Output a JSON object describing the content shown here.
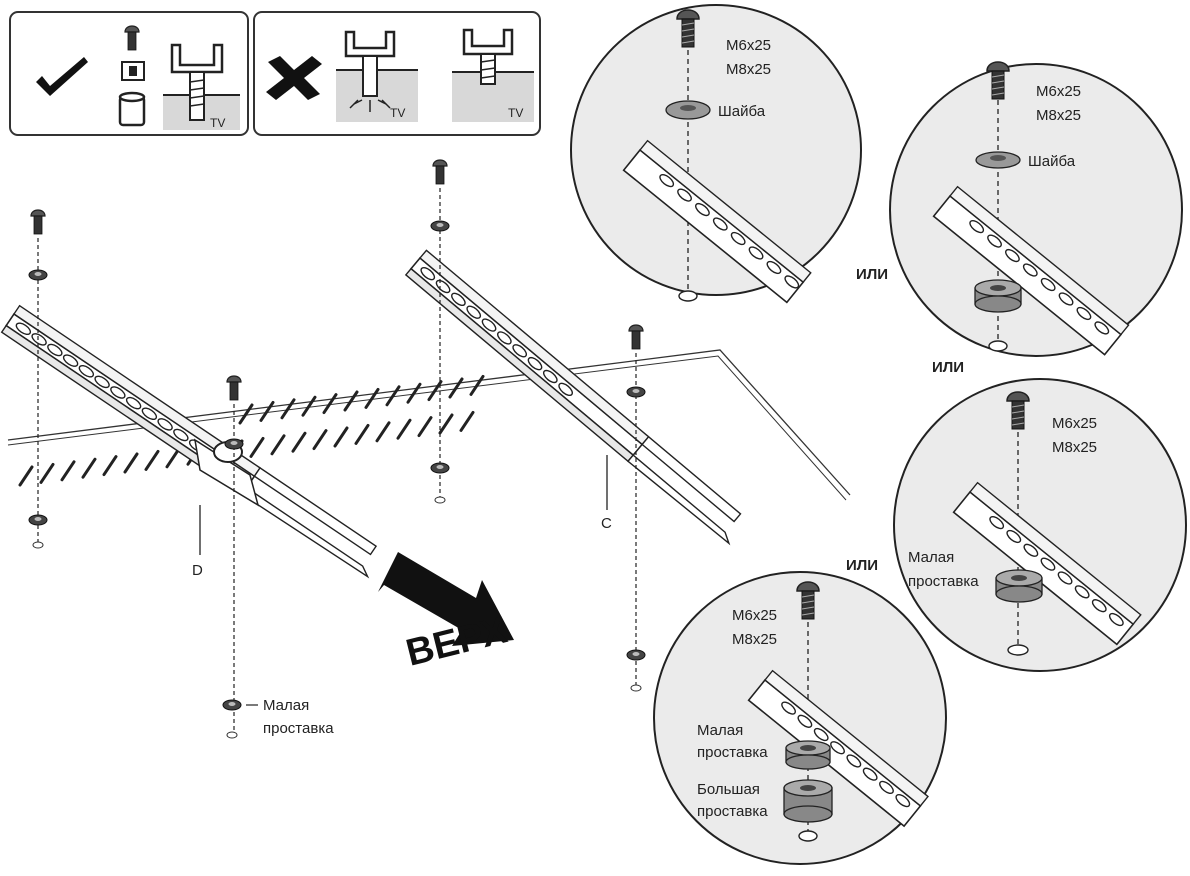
{
  "top_panel": {
    "correct_tv": "TV",
    "wrong_tv_1": "TV",
    "wrong_tv_2": "TV"
  },
  "main": {
    "label_d": "D",
    "label_c": "C",
    "top_word": "ВЕРХ",
    "small_spacer_line1": "Малая",
    "small_spacer_line2": "проставка"
  },
  "detail_1": {
    "screw_size_1": "M6x25",
    "screw_size_2": "M8x25",
    "washer": "Шайба"
  },
  "detail_2": {
    "screw_size_1": "M6x25",
    "screw_size_2": "M8x25",
    "washer": "Шайба"
  },
  "detail_3": {
    "screw_size_1": "M6x25",
    "screw_size_2": "M8x25",
    "small_spacer_line1": "Малая",
    "small_spacer_line2": "проставка"
  },
  "detail_4": {
    "screw_size_1": "M6x25",
    "screw_size_2": "M8x25",
    "small_spacer_line1": "Малая",
    "small_spacer_line2": "проставка",
    "large_spacer_line1": "Большая",
    "large_spacer_line2": "проставка"
  },
  "or_labels": {
    "or_1": "ИЛИ",
    "or_2": "ИЛИ",
    "or_3": "ИЛИ"
  }
}
